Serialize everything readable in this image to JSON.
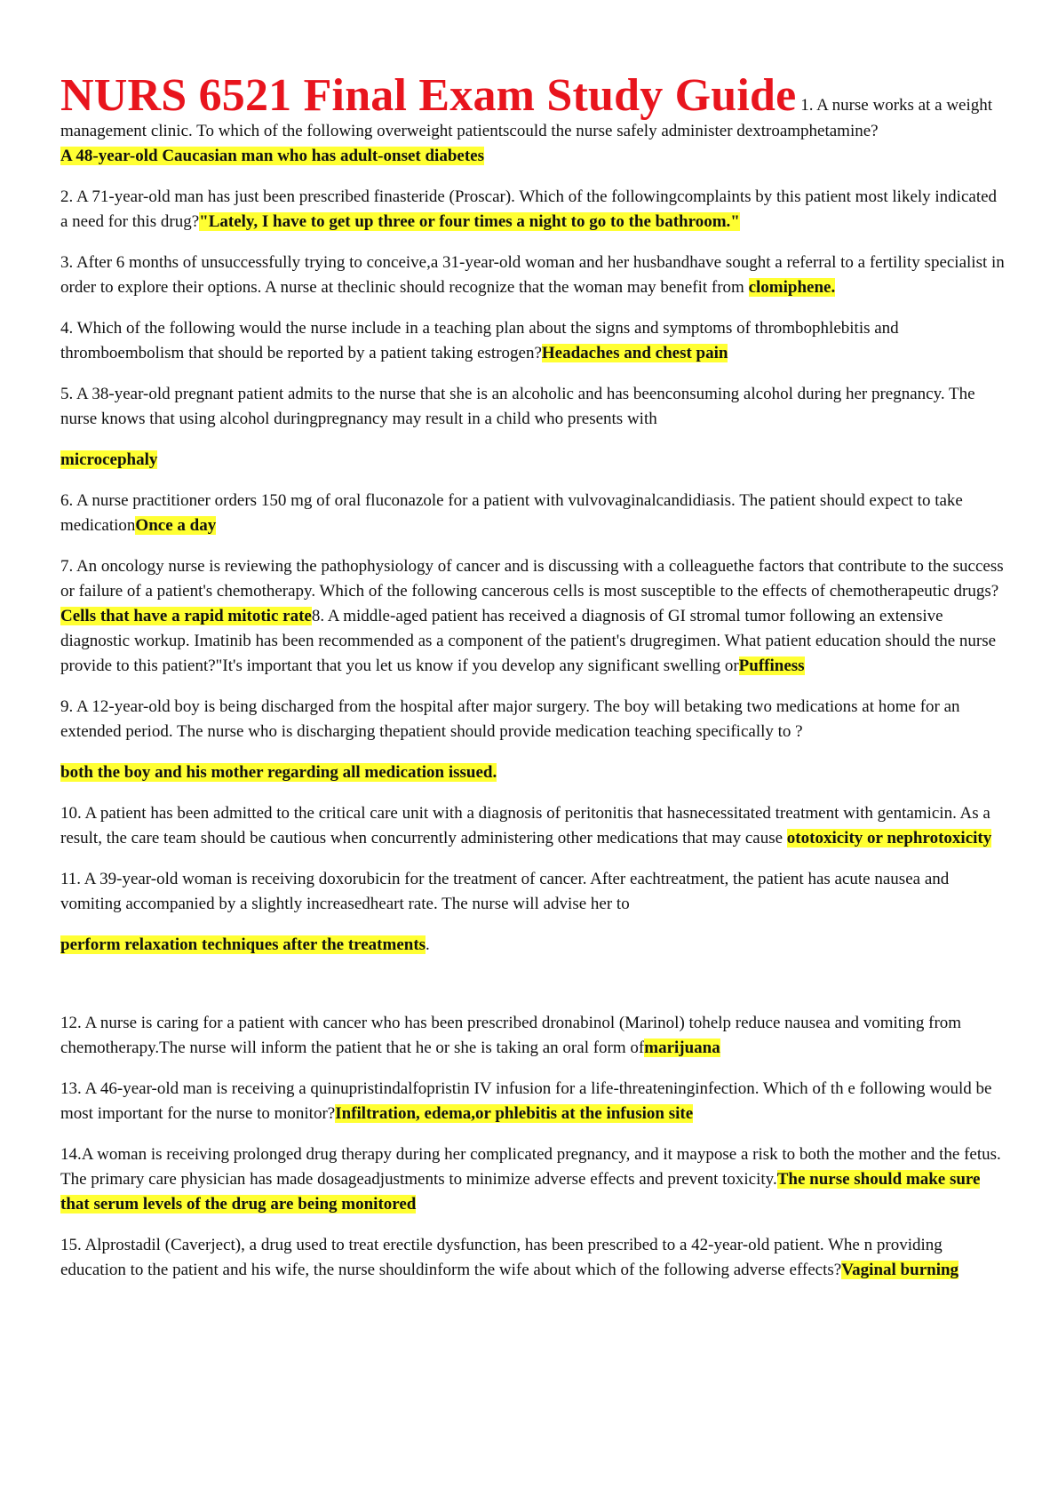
{
  "document": {
    "title": "NURS 6521 Final Exam Study Guide",
    "items": [
      {
        "question": " 1. A nurse works at a weight management clinic. To which of the following overweight patientscould the nurse safely administer dextroamphetamine? ",
        "answer": "A 48-year-old Caucasian man who has adult-onset diabetes"
      },
      {
        "question": "2. A 71-year-old man has just been prescribed finasteride (Proscar). Which of the followingcomplaints by this patient most likely indicated a need for this drug?",
        "answer": "\"Lately, I have to get up three or four times a night to go to the bathroom.\""
      },
      {
        "question": "3. After 6 months of unsuccessfully trying to conceive,a 31-year-old woman and her husbandhave sought a referral to a fertility specialist in order to explore their options. A nurse at theclinic should recognize that the woman may benefit from ",
        "answer": "clomiphene."
      },
      {
        "question": "4. Which of the following would the nurse include in a teaching plan about the signs and symptoms of thrombophlebitis and thromboembolism that should be reported by a patient taking estrogen?",
        "answer": "Headaches and chest pain"
      },
      {
        "question": "5. A 38-year-old pregnant patient admits to the nurse that she is an alcoholic and has beenconsuming alcohol during her pregnancy. The nurse knows that using alcohol duringpregnancy may result in a child who presents with",
        "answer": "microcephaly"
      },
      {
        "question": "6. A nurse practitioner orders 150 mg of oral fluconazole for a patient with vulvovaginalcandidiasis. The patient should expect to take medication",
        "answer": "Once a day"
      },
      {
        "question": "7. An oncology nurse is reviewing the pathophysiology of cancer and is discussing with a colleaguethe factors that contribute to the success or failure of a patient's chemotherapy. Which of the following cancerous cells is most susceptible to the effects of chemotherapeutic drugs?",
        "answer": "Cells that have a rapid mitotic rate"
      },
      {
        "question": "8. A middle-aged patient has received a diagnosis of GI stromal tumor following an extensive diagnostic workup. Imatinib has been recommended as a component of the patient's drugregimen. What patient education should the nurse provide to this patient?\"It's important that you let us know if you develop any significant swelling or",
        "answer": "Puffiness"
      },
      {
        "question": "9. A 12-year-old boy is being discharged from the hospital after major surgery. The boy will betaking two medications at home for an extended period. The nurse who is discharging thepatient should provide medication teaching specifically to ?",
        "answer": "both the boy and his mother regarding all medication issued."
      },
      {
        "question": "10. A patient has been admitted to the critical care unit with a diagnosis of peritonitis that hasnecessitated treatment with gentamicin. As a result, the care team should be cautious when concurrently administering other medications that may cause ",
        "answer": "ototoxicity or nephrotoxicity"
      },
      {
        "question": "11. A 39-year-old woman is receiving doxorubicin for the treatment of cancer. After eachtreatment, the patient has acute nausea and vomiting accompanied by a slightly increasedheart rate. The nurse will advise her to",
        "answer": "perform relaxation techniques after the treatments",
        "trail": "."
      },
      {
        "question": "12. A nurse is caring for a patient with cancer who has been prescribed dronabinol (Marinol) tohelp reduce nausea and vomiting from chemotherapy.The nurse will inform the patient that he or she is taking an oral form of",
        "answer": "marijuana"
      },
      {
        "question": "13. A 46-year-old man is receiving a quinupristindalfopristin IV infusion for a life-threateninginfection. Which of th e following would be most important for the nurse to monitor?",
        "answer": "Infiltration, edema,or phlebitis at the infusion site"
      },
      {
        "question": "14.A woman is receiving prolonged drug therapy during her complicated pregnancy, and it maypose a risk to both the mother and the fetus. The primary care physician has made dosageadjustments to minimize adverse effects and prevent toxicity.",
        "answer": "The nurse should make sure that serum levels of the drug are being monitored"
      },
      {
        "question": "15. Alprostadil (Caverject), a drug used to treat erectile dysfunction, has been prescribed to a 42-year-old patient. Whe n providing education to the patient and his wife, the nurse shouldinform the wife about which of the following adverse effects?",
        "answer": "Vaginal burning"
      }
    ]
  },
  "colors": {
    "title": "#e8141d",
    "highlight": "#ffff33"
  }
}
